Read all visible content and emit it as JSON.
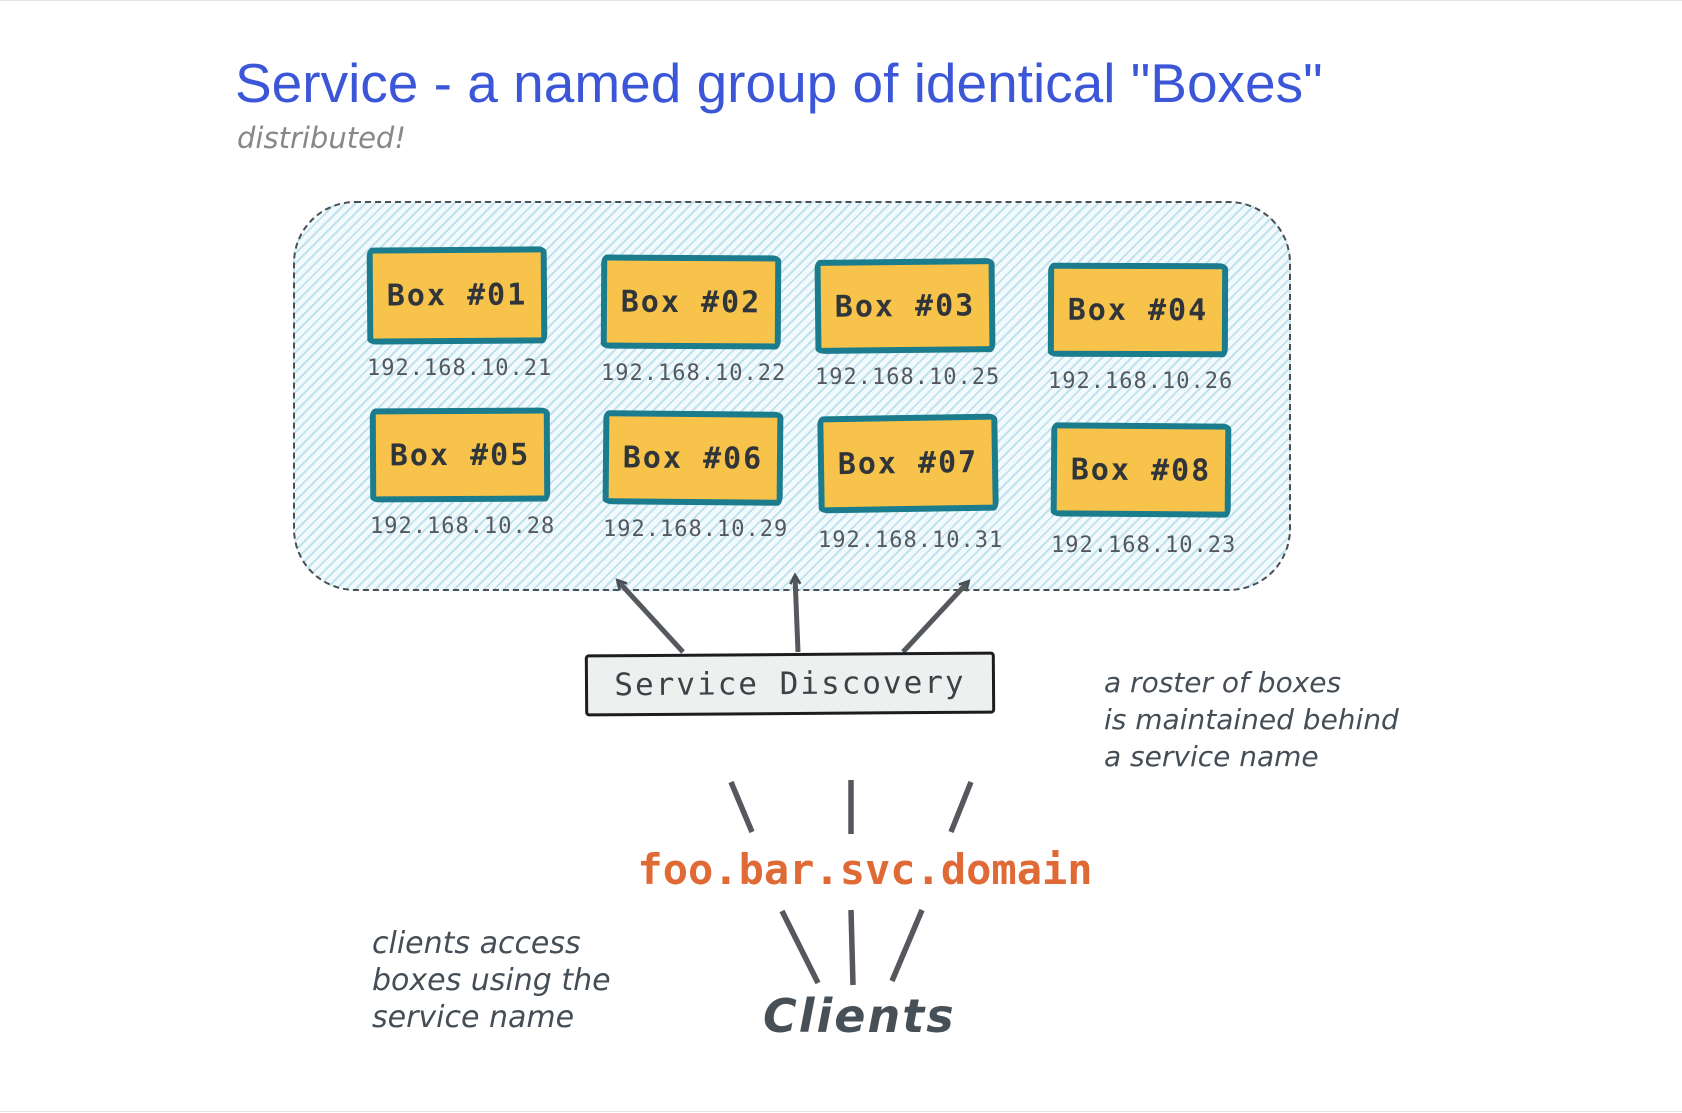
{
  "title": "Service - a named group of identical \"Boxes\"",
  "subtitle": "distributed!",
  "cluster": {
    "boxes": [
      {
        "label": "Box #01",
        "ip": "192.168.10.21"
      },
      {
        "label": "Box #02",
        "ip": "192.168.10.22"
      },
      {
        "label": "Box #03",
        "ip": "192.168.10.25"
      },
      {
        "label": "Box #04",
        "ip": "192.168.10.26"
      },
      {
        "label": "Box #05",
        "ip": "192.168.10.28"
      },
      {
        "label": "Box #06",
        "ip": "192.168.10.29"
      },
      {
        "label": "Box #07",
        "ip": "192.168.10.31"
      },
      {
        "label": "Box #08",
        "ip": "192.168.10.23"
      }
    ]
  },
  "service_discovery_label": "Service Discovery",
  "service_name": "foo.bar.svc.domain",
  "clients_label": "Clients",
  "annotations": {
    "roster": [
      "a roster of boxes",
      "is maintained behind",
      "a service name"
    ],
    "clients": [
      "clients access",
      "boxes using the",
      "service name"
    ]
  },
  "colors": {
    "title": "#3b57d8",
    "box_fill": "#f7c34b",
    "box_border": "#1b7c8d",
    "cluster_hatch": "#bfe2ee",
    "service_name_text": "#e06a36",
    "arrow": "#4a4f53"
  }
}
